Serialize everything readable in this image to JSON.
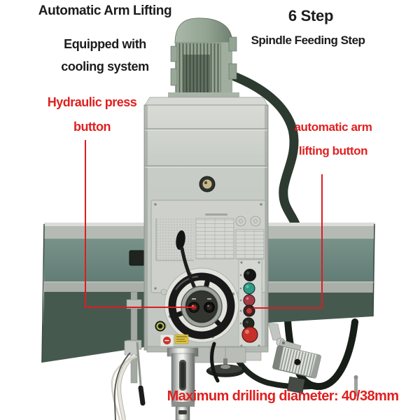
{
  "annotations": {
    "top_left_line1": "Automatic Arm Lifting",
    "top_left_line2": "Equipped with",
    "top_left_line3": "cooling system",
    "top_right_line1": "6 Step",
    "top_right_line2": "Spindle Feeding Step",
    "left_callout_line1": "Hydraulic press",
    "left_callout_line2": "button",
    "right_callout_line1": "automatic arm",
    "right_callout_line2": "lifting button",
    "bottom_caption": "Maximum drilling diameter: 40/38mm"
  },
  "colors": {
    "annotation_red": "#dd1c21",
    "text_black": "#1c1c1c",
    "machine_head_gray": "#c8ccc7",
    "arm_green": "#6d8a82",
    "arm_dark_green": "#46594f",
    "motor_sage": "#8d9d8e",
    "hose_green": "#2c3a30",
    "emergency_button_red": "#c63028",
    "power_button_teal": "#2e9a86",
    "indicator_yellow": "#b9c24f"
  },
  "machine_parts": [
    "motor",
    "machine-head",
    "radial-arm-left",
    "radial-arm-right",
    "handwheel",
    "hydraulic-press-button",
    "arm-lifting-button",
    "button-panel",
    "emergency-stop-button",
    "spindle-quill",
    "coolant-hose",
    "spec-plate",
    "feed-lever"
  ]
}
